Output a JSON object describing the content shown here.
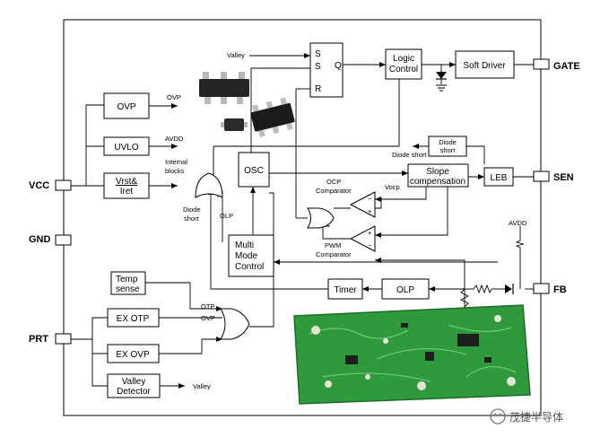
{
  "pins": {
    "vcc": "VCC",
    "gnd": "GND",
    "prt": "PRT",
    "gate": "GATE",
    "sen": "SEN",
    "fb": "FB"
  },
  "blocks": {
    "ovp": "OVP",
    "uvlo": "UVLO",
    "vrst_line1": "Vrst&",
    "vrst_line2": "Iret",
    "osc": "OSC",
    "logic_line1": "Logic",
    "logic_line2": "Control",
    "soft_driver": "Soft Driver",
    "slope_line1": "Slope",
    "slope_line2": "compensation",
    "leb": "LEB",
    "diode_short_line1": "Diode",
    "diode_short_line2": "short",
    "multimode_line1": "Multi",
    "multimode_line2": "Mode",
    "multimode_line3": "Control",
    "timer": "Timer",
    "olp": "OLP",
    "temp_line1": "Temp",
    "temp_line2": "sense",
    "ex_otp": "EX OTP",
    "ex_ovp": "EX OVP",
    "valley_line1": "Valley",
    "valley_line2": "Detector",
    "sr_s_top": "S",
    "sr_s": "S",
    "sr_r": "R",
    "sr_q": "Q"
  },
  "labels": {
    "ovp_out": "OVP",
    "avdd_out": "AVDD",
    "internal_line1": "Internal",
    "internal_line2": "blocks",
    "valley_in": "Valley",
    "diode_short_out": "Diode short",
    "gate_diode_line1": "Diode",
    "gate_diode_line2": "short",
    "olp_in": "OLP",
    "ocp_line1": "OCP",
    "ocp_line2": "Comparator",
    "vocp": "Vocp",
    "pwm_line1": "PWM",
    "pwm_line2": "Comparator",
    "avdd_fb": "AVDD",
    "otp": "OTP",
    "ovp_small": "OVP",
    "valley_out": "Valley",
    "plus": "+",
    "minus": "−"
  },
  "watermark": "茂捷半导体",
  "colors": {
    "pcb": "#2f9a3c",
    "pcb_dark": "#1f6b2a",
    "chip": "#1e1e1e",
    "lead": "#b8b8b8"
  }
}
